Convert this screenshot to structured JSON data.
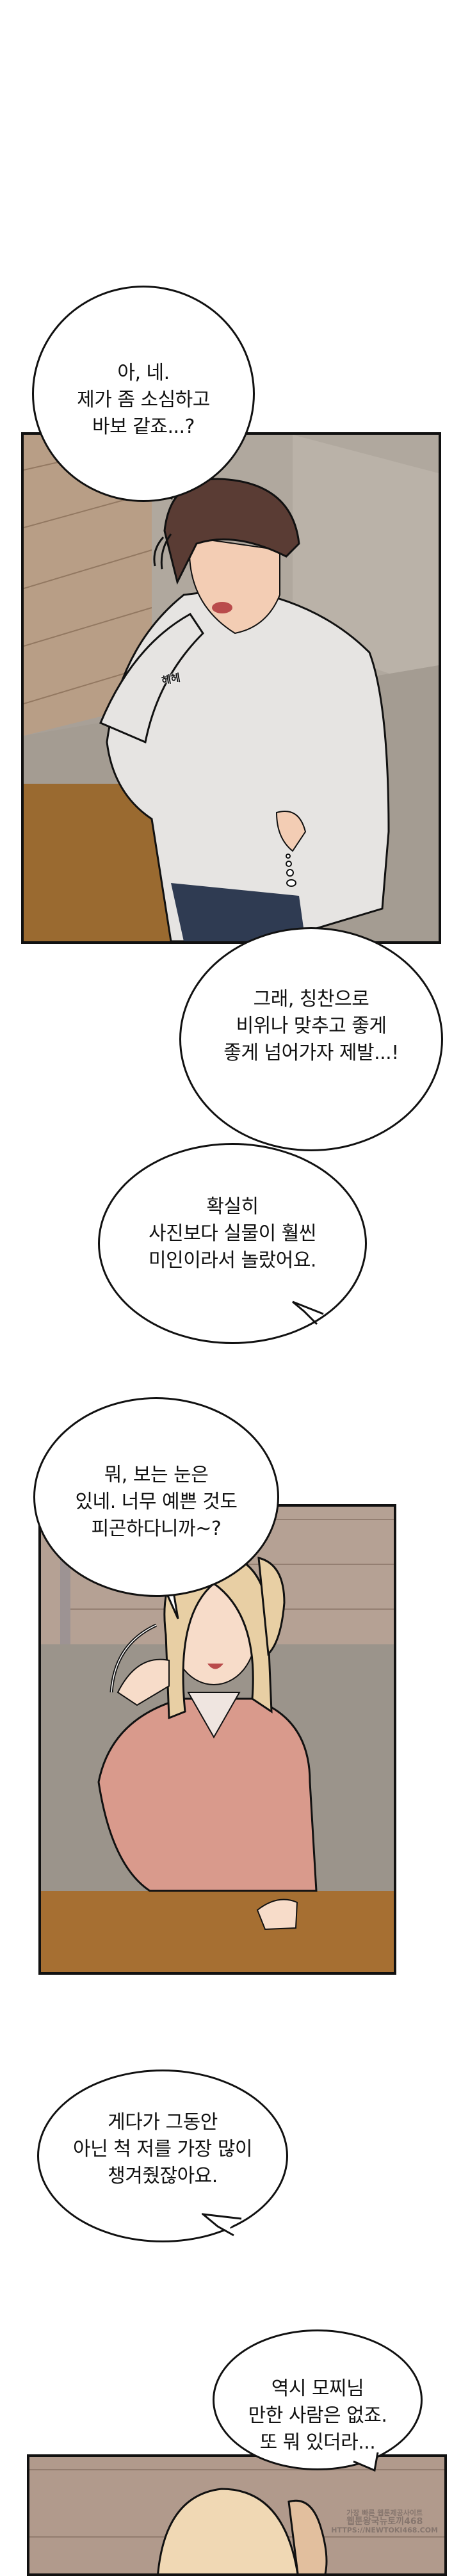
{
  "page": {
    "background": "#ffffff",
    "type": "webtoon-strip"
  },
  "bubbles": [
    {
      "id": "b1",
      "speaker": "man",
      "lines": [
        "아, 네.",
        "제가 좀 소심하고",
        "바보 같죠...?"
      ]
    },
    {
      "id": "b2",
      "speaker": "man-thought",
      "lines": [
        "그래, 칭찬으로",
        "비위나 맞추고 좋게",
        "좋게 넘어가자 제발...!"
      ]
    },
    {
      "id": "b3",
      "speaker": "man",
      "lines": [
        "확실히",
        "사진보다 실물이 훨씬",
        "미인이라서 놀랐어요."
      ]
    },
    {
      "id": "b4",
      "speaker": "woman",
      "lines": [
        "뭐, 보는 눈은",
        "있네. 너무 예쁜 것도",
        "피곤하다니까~?"
      ]
    },
    {
      "id": "b5",
      "speaker": "man",
      "lines": [
        "게다가 그동안",
        "아닌 척 저를 가장 많이",
        "챙겨줬잖아요."
      ]
    },
    {
      "id": "b6",
      "speaker": "man",
      "lines": [
        "역시 모찌님",
        "만한 사람은 없죠.",
        "또 뭐 있더라..."
      ]
    }
  ],
  "sfx": [
    {
      "id": "sfx1",
      "text": "헤헤"
    }
  ],
  "panels": [
    {
      "id": "p1",
      "description": "man in grey sweater scratching head on booth sofa",
      "colors": {
        "wall": "#b89e86",
        "sofa": "#a39c93",
        "sweater": "#e6e4e2",
        "hair": "#5a3c34",
        "table": "#9a6a30"
      }
    },
    {
      "id": "p2",
      "description": "blonde woman in pink cardigan laughing, touching hair",
      "colors": {
        "wall": "#b5a194",
        "sofa": "#9b948b",
        "cardigan": "#d99a8c",
        "hair": "#e8cfa4",
        "table": "#a66f32"
      }
    },
    {
      "id": "p3",
      "description": "top of blonde woman's head against wooden wall",
      "colors": {
        "wall": "#b19a8c",
        "hair": "#f0d8b4"
      }
    }
  ],
  "watermark": {
    "lines": [
      "가장 빠른 웹툰제공사이트",
      "웹툰왕국뉴토끼468",
      "HTTPS://NEWTOKI468.COM"
    ]
  }
}
